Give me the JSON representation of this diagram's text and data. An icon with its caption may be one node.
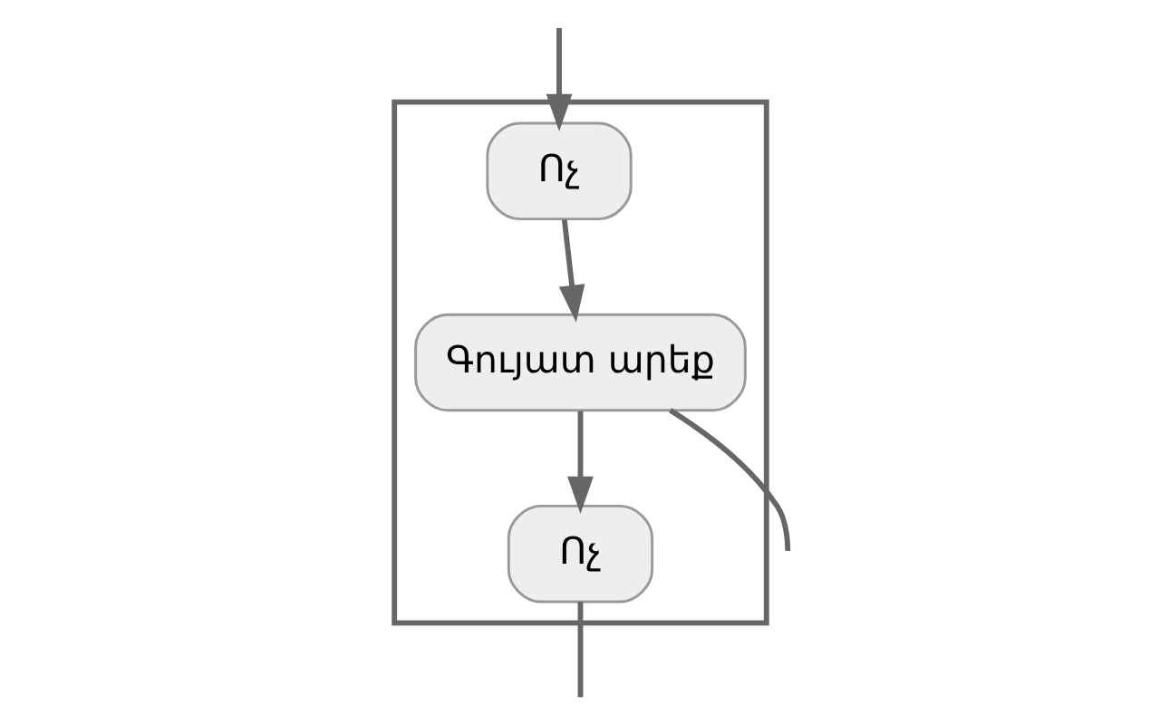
{
  "diagram": {
    "nodes": [
      {
        "text": [],
        "shape": "box"
      },
      {
        "text": [
          "Ոչ"
        ],
        "in": 0
      },
      {
        "text": [
          "Գույատ արեք"
        ],
        "in": 0
      },
      {
        "text": [
          "Ոչ"
        ],
        "in": 0
      }
    ],
    "edges": [
      {
        "from": null,
        "to": 1,
        "arrow": "to"
      },
      {
        "from": 1,
        "to": 2,
        "arrow": "to"
      },
      {
        "from": 2,
        "to": null,
        "arrow": "none"
      },
      {
        "from": 2,
        "to": 3,
        "arrow": "to"
      },
      {
        "from": 3,
        "to": null,
        "arrow": "none"
      }
    ]
  }
}
